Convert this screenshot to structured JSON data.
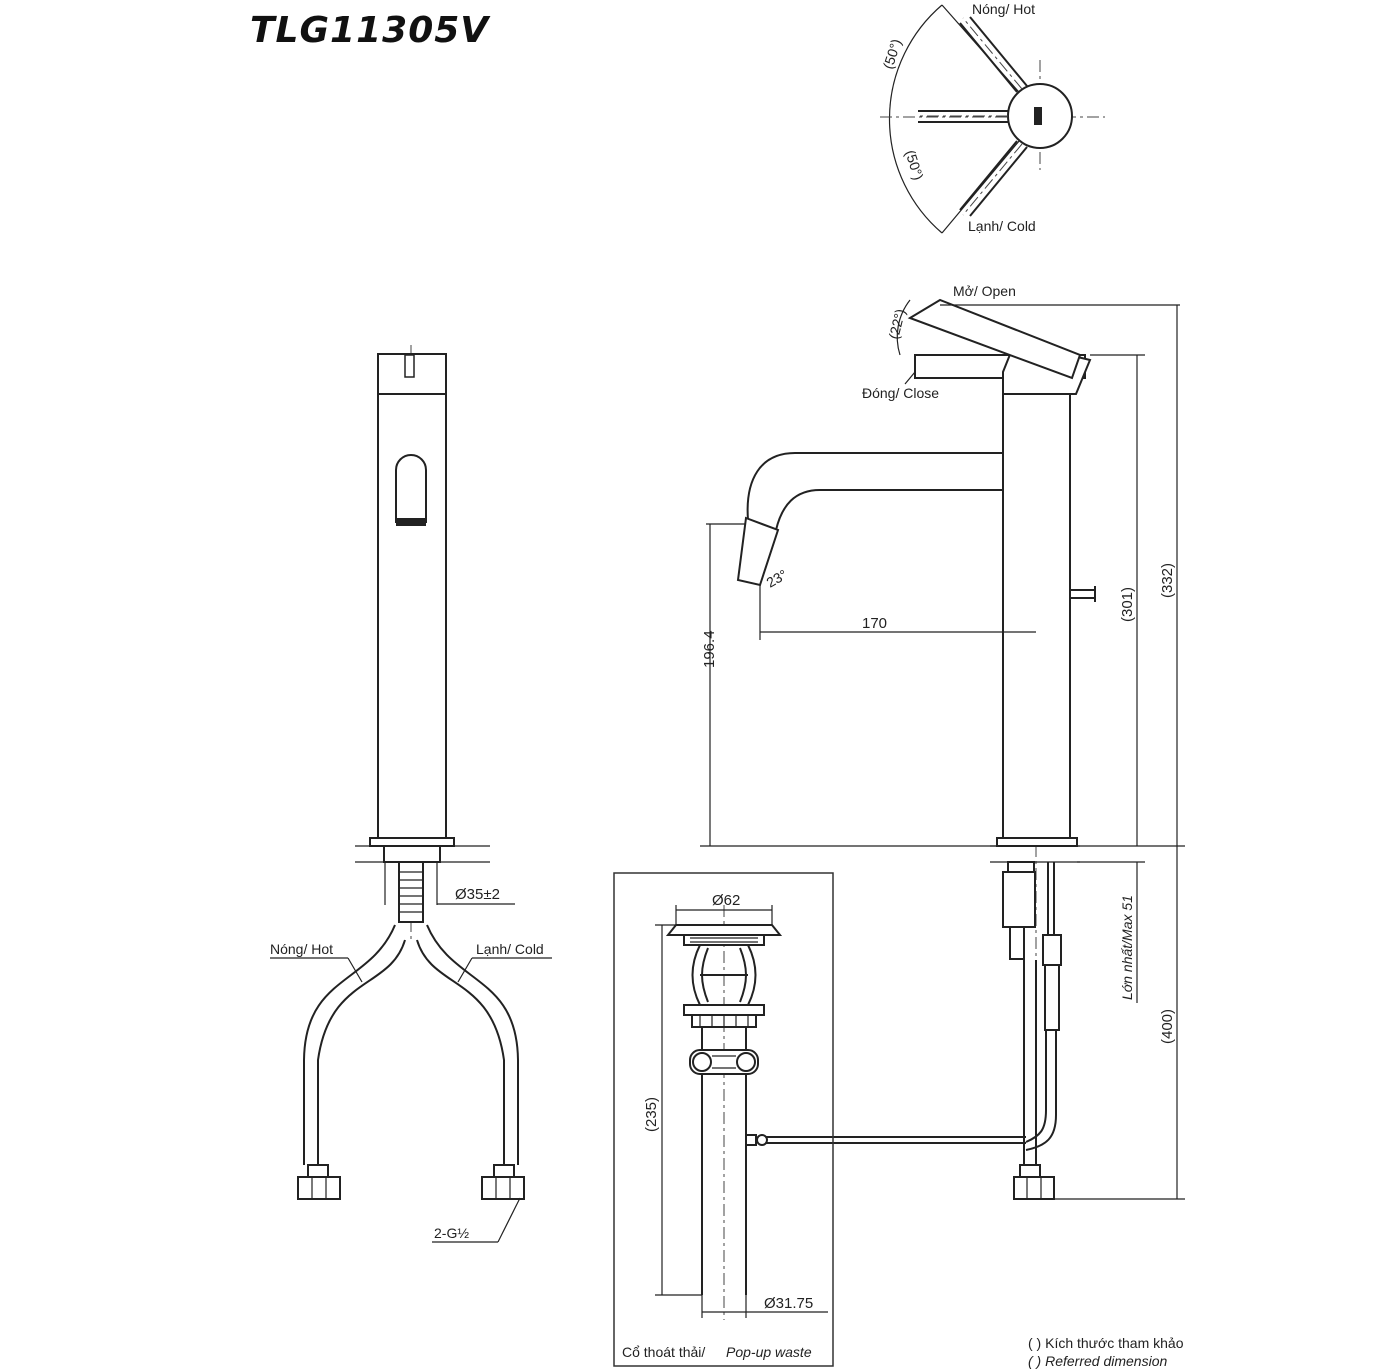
{
  "model": "TLG11305V",
  "handle_view": {
    "hot": "Nóng/ Hot",
    "cold": "Lạnh/ Cold",
    "angle_hot": "(50°)",
    "angle_cold": "(50°)"
  },
  "front_view": {
    "hose_hot": "Nóng/ Hot",
    "hose_cold": "Lạnh/ Cold",
    "mount_hole": "Ø35±2",
    "connector": "2-G½"
  },
  "side_view": {
    "open": "Mở/ Open",
    "close": "Đóng/ Close",
    "lever_angle": "(22°)",
    "spout_angle": "23°",
    "reach": "170",
    "spout_height": "196.4",
    "body_height": "(301)",
    "total_height": "(332)",
    "max_thickness": "Lớn nhất/Max 51",
    "hose_length": "(400)"
  },
  "popup_waste": {
    "top_diameter": "Ø62",
    "length": "(235)",
    "tail_diameter": "Ø31.75",
    "caption_vi": "Cổ thoát thải/",
    "caption_en": "Pop-up waste"
  },
  "legend": {
    "line1": "( ) Kích thước tham khảo",
    "line2": "( ) Referred dimension"
  }
}
